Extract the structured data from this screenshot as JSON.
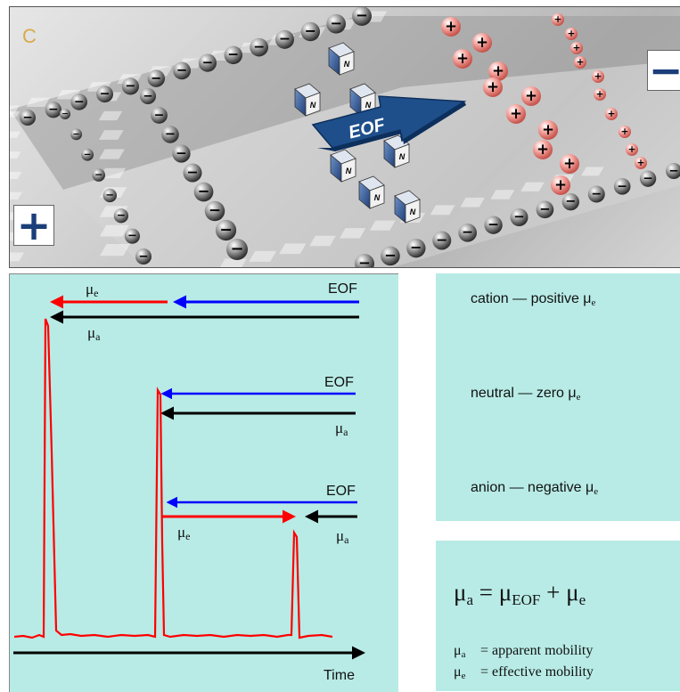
{
  "top_panel": {
    "panel_letter": "C",
    "flow_label": "EOF",
    "neutral_label": "N",
    "anode_symbol": "+",
    "cathode_symbol": "−"
  },
  "electropherogram": {
    "peak1": {
      "eof_label": "EOF",
      "mu_e": "μ",
      "mu_e_sub": "e",
      "mu_a": "μ",
      "mu_a_sub": "a"
    },
    "peak2": {
      "eof_label": "EOF",
      "mu_a": "μ",
      "mu_a_sub": "a"
    },
    "peak3": {
      "eof_label": "EOF",
      "mu_e": "μ",
      "mu_e_sub": "e",
      "mu_a": "μ",
      "mu_a_sub": "a"
    },
    "x_axis_label": "Time"
  },
  "species": {
    "cation": {
      "name": "cation",
      "desc": "— positive μ",
      "sub": "e"
    },
    "neutral": {
      "name": "neutral",
      "desc": "— zero μ",
      "sub": "e"
    },
    "anion": {
      "name": "anion",
      "desc": " — negative μ",
      "sub": "e"
    }
  },
  "equation": {
    "lhs": "μ",
    "lhs_sub": "a",
    "eq": " = μ",
    "t1_sub": "EOF",
    "plus": " + μ",
    "t2_sub": "e",
    "def1_sym": "μ",
    "def1_sub": "a",
    "def1_text": "= apparent mobility",
    "def2_sym": "μ",
    "def2_sub": "e",
    "def2_text": "= effective mobility"
  },
  "colors": {
    "panel_bg": "#b8ebe6",
    "peak": "#ff0000",
    "eof_arrow": "#0000ff",
    "apparent_arrow": "#000000",
    "effective_arrow": "#ff0000",
    "eof_badge": "#1e4f8a",
    "pole_symbol": "#1b3e7a"
  }
}
